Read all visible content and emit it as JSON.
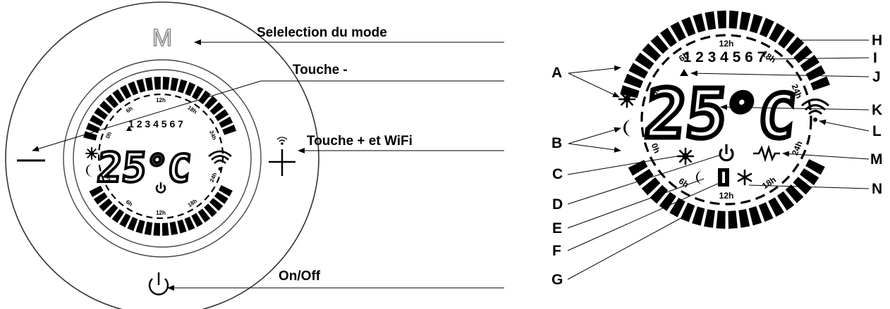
{
  "left_device": {
    "mode_key": "M",
    "minus_key": "−",
    "plus_key": "+",
    "digits": "25",
    "unit": "°C",
    "days": "1 2 3 4 5 6 7",
    "hours": [
      "0h",
      "6h",
      "12h",
      "18h",
      "24h"
    ]
  },
  "left_callouts": {
    "mode": "Selelection du mode",
    "minus": "Touche -",
    "plus_wifi": "Touche + et WiFi",
    "onoff": "On/Off"
  },
  "right_display": {
    "digits": "25",
    "unit": "°C",
    "days": "1 2 3 4 5 6 7",
    "hours": [
      "0h",
      "6h",
      "12h",
      "18h",
      "24h"
    ]
  },
  "right_callouts": {
    "left": [
      "A",
      "B",
      "C",
      "D",
      "E",
      "F",
      "G"
    ],
    "right": [
      "H",
      "I",
      "J",
      "K",
      "L",
      "M",
      "N"
    ]
  },
  "colors": {
    "ink": "#000000",
    "ring": "#333333",
    "mode_key": "#888888",
    "background": "#ffffff"
  }
}
